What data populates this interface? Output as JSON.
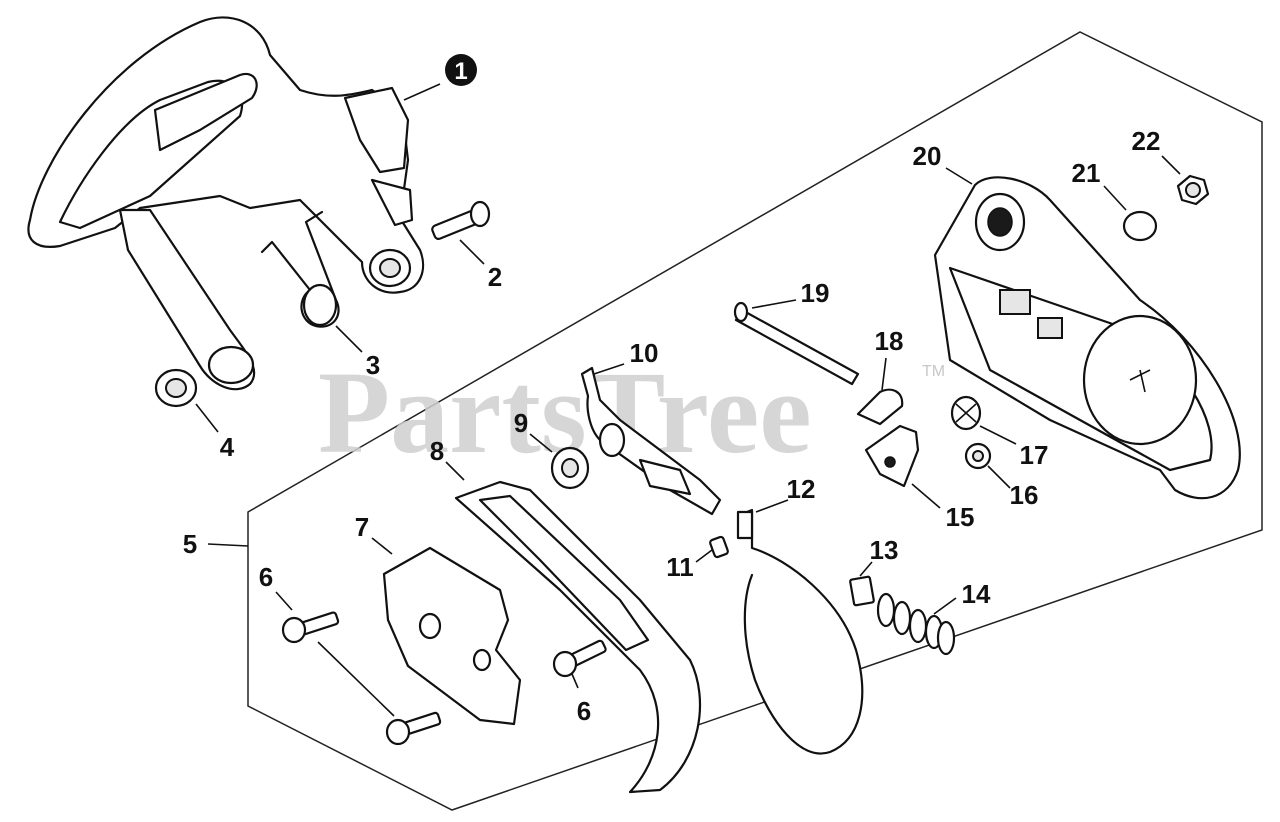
{
  "watermark": {
    "text": "PartsTree",
    "trademark": "TM"
  },
  "callouts": [
    {
      "id": "1",
      "highlighted": true
    },
    {
      "id": "2"
    },
    {
      "id": "3"
    },
    {
      "id": "4"
    },
    {
      "id": "5"
    },
    {
      "id": "6"
    },
    {
      "id": "6"
    },
    {
      "id": "7"
    },
    {
      "id": "8"
    },
    {
      "id": "9"
    },
    {
      "id": "10"
    },
    {
      "id": "11"
    },
    {
      "id": "12"
    },
    {
      "id": "13"
    },
    {
      "id": "14"
    },
    {
      "id": "15"
    },
    {
      "id": "16"
    },
    {
      "id": "17"
    },
    {
      "id": "18"
    },
    {
      "id": "19"
    },
    {
      "id": "20"
    },
    {
      "id": "21"
    },
    {
      "id": "22"
    }
  ]
}
